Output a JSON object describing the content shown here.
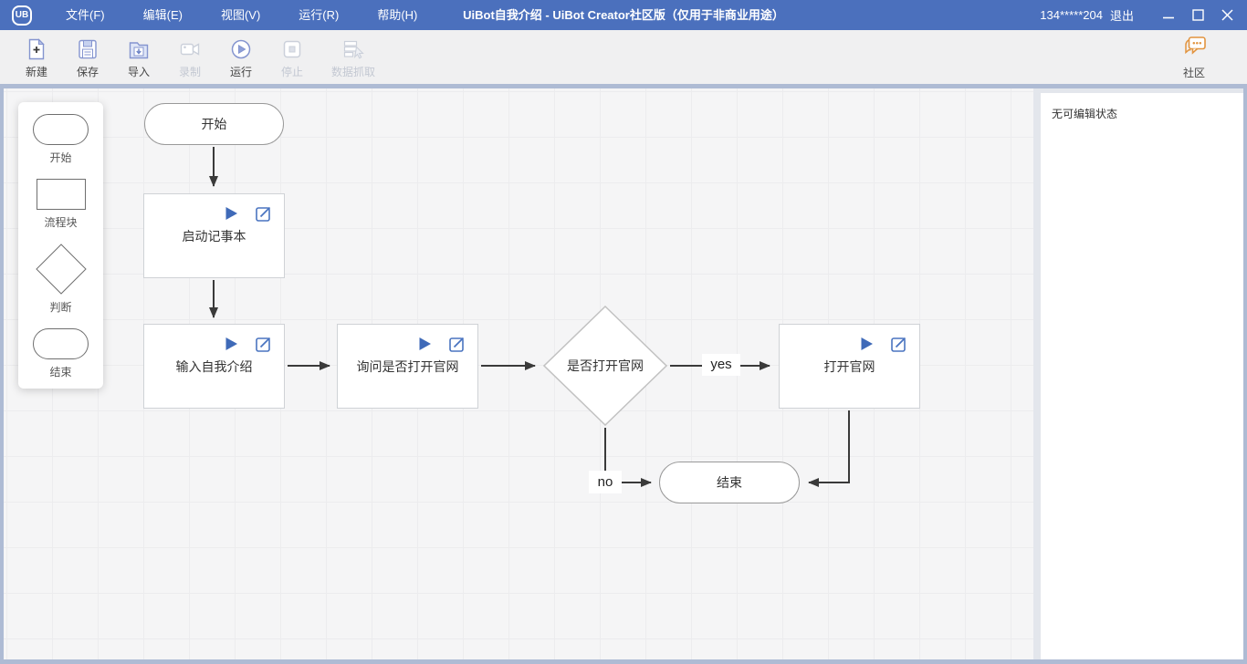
{
  "titlebar": {
    "logo": "UB",
    "menus": [
      "文件(F)",
      "编辑(E)",
      "视图(V)",
      "运行(R)",
      "帮助(H)"
    ],
    "title": "UiBot自我介绍 - UiBot Creator社区版（仅用于非商业用途）",
    "account": "134*****204",
    "logout": "退出"
  },
  "toolbar": {
    "items": [
      {
        "label": "新建",
        "icon": "new-file-icon",
        "enabled": true
      },
      {
        "label": "保存",
        "icon": "save-icon",
        "enabled": true
      },
      {
        "label": "导入",
        "icon": "import-icon",
        "enabled": true
      },
      {
        "label": "录制",
        "icon": "record-icon",
        "enabled": false
      },
      {
        "label": "运行",
        "icon": "run-icon",
        "enabled": true
      },
      {
        "label": "停止",
        "icon": "stop-icon",
        "enabled": false
      },
      {
        "label": "数据抓取",
        "icon": "data-capture-icon",
        "enabled": false
      }
    ],
    "community": {
      "label": "社区",
      "icon": "community-icon"
    }
  },
  "palette": {
    "items": [
      {
        "label": "开始",
        "shape": "stadium"
      },
      {
        "label": "流程块",
        "shape": "rect"
      },
      {
        "label": "判断",
        "shape": "diamond"
      },
      {
        "label": "结束",
        "shape": "stadium"
      }
    ]
  },
  "flowchart": {
    "nodes": [
      {
        "id": "start",
        "type": "stadium",
        "label": "开始"
      },
      {
        "id": "block1",
        "type": "block",
        "label": "启动记事本"
      },
      {
        "id": "block2",
        "type": "block",
        "label": "输入自我介绍"
      },
      {
        "id": "block3",
        "type": "block",
        "label": "询问是否打开官网"
      },
      {
        "id": "decision",
        "type": "diamond",
        "label": "是否打开官网"
      },
      {
        "id": "block4",
        "type": "block",
        "label": "打开官网"
      },
      {
        "id": "end",
        "type": "stadium",
        "label": "结束"
      }
    ],
    "edge_labels": {
      "yes": "yes",
      "no": "no"
    }
  },
  "right_panel": {
    "status": "无可编辑状态"
  },
  "colors": {
    "titlebar_bg": "#4b70bd",
    "accent_blue": "#3f6ab8",
    "toolbar_icon_blue": "#8494cf",
    "community_orange": "#e2943f",
    "frame_border": "#aebbd4",
    "canvas_bg": "#f5f5f6",
    "edge_stroke": "#3a3a3a"
  }
}
